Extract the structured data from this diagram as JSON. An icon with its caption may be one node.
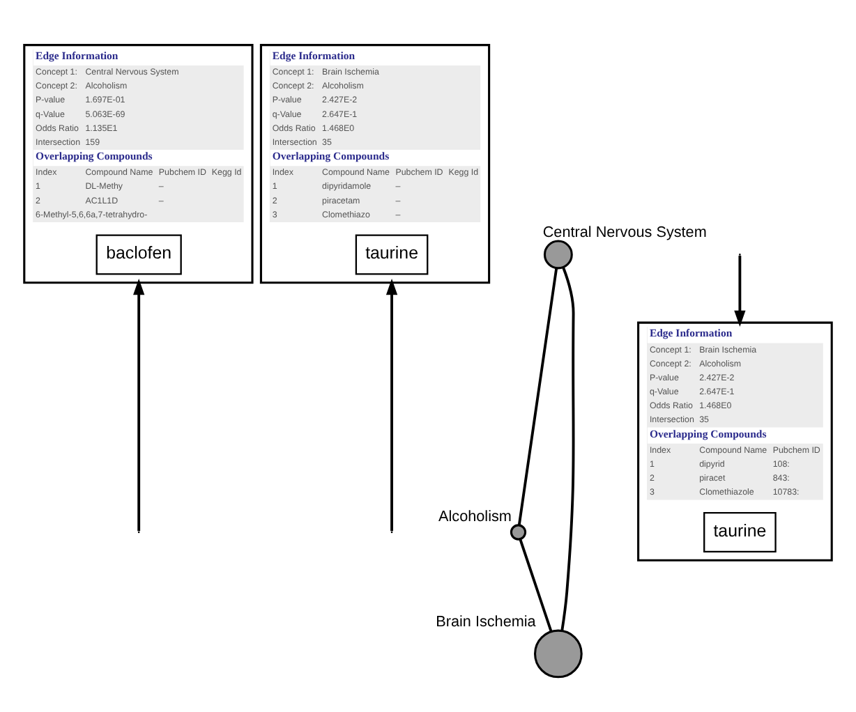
{
  "diagram": {
    "nodes": [
      {
        "text": [
          "Edge Information",
          "Concept 1:",
          "Central Nervous System",
          "Concept 2:",
          "Alcoholism",
          "P-value",
          "1.697E-01",
          "q-Value",
          "5.063E-69",
          "Odds Ratio",
          "1.135E1",
          "Intersection",
          "159",
          "Overlapping Compounds",
          "Index",
          "Compound Name",
          "Pubchem ID",
          "Kegg Id",
          "1",
          "DL-Methy",
          "–",
          "2",
          "AC1L1D",
          "–",
          "6-Methyl-5,6,6a,7-tetrahydro-"
        ]
      },
      {
        "text": [
          "baclofen"
        ],
        "in": 0
      },
      {
        "text": [
          "Edge Information",
          "Concept 1:",
          "Brain Ischemia",
          "Concept 2:",
          "Alcoholism",
          "P-value",
          "2.427E-2",
          "q-Value",
          "2.647E-1",
          "Odds Ratio",
          "1.468E0",
          "Intersection",
          "35",
          "Overlapping Compounds",
          "Index",
          "Compound Name",
          "Pubchem ID",
          "Kegg Id",
          "1",
          "dipyridamole",
          "–",
          "2",
          "piracetam",
          "–",
          "3",
          "Clomethiazo",
          "–"
        ]
      },
      {
        "text": [
          "taurine"
        ],
        "in": 2
      },
      {
        "text": [],
        "shape": "circle",
        "beside": [
          "Central Nervous System"
        ]
      },
      {
        "text": [],
        "shape": "circle",
        "beside": [
          "Alcoholism"
        ]
      },
      {
        "text": [],
        "shape": "circle",
        "beside": [
          "Brain Ischemia"
        ]
      },
      {
        "text": [
          "Edge Information",
          "Concept 1:",
          "Brain Ischemia",
          "Concept 2:",
          "Alcoholism",
          "P-value",
          "2.427E-2",
          "q-Value",
          "2.647E-1",
          "Odds Ratio",
          "1.468E0",
          "Intersection",
          "35",
          "Overlapping Compounds",
          "Index",
          "Compound Name",
          "Pubchem ID",
          "1",
          "dipyrid",
          "108:",
          "2",
          "piracet",
          "843:",
          "3",
          "Clomethiazole",
          "10783:"
        ]
      },
      {
        "text": [
          "taurine"
        ],
        "in": 7
      }
    ],
    "edges": [
      {
        "from": 4,
        "to": 5,
        "arrow": "none"
      },
      {
        "from": 4,
        "to": 6,
        "arrow": "none"
      },
      {
        "from": 5,
        "to": 6,
        "arrow": "none"
      },
      {
        "from": null,
        "to": 0,
        "arrow": "to"
      },
      {
        "from": null,
        "to": 2,
        "arrow": "to"
      },
      {
        "from": null,
        "to": 7,
        "arrow": "to"
      }
    ]
  }
}
